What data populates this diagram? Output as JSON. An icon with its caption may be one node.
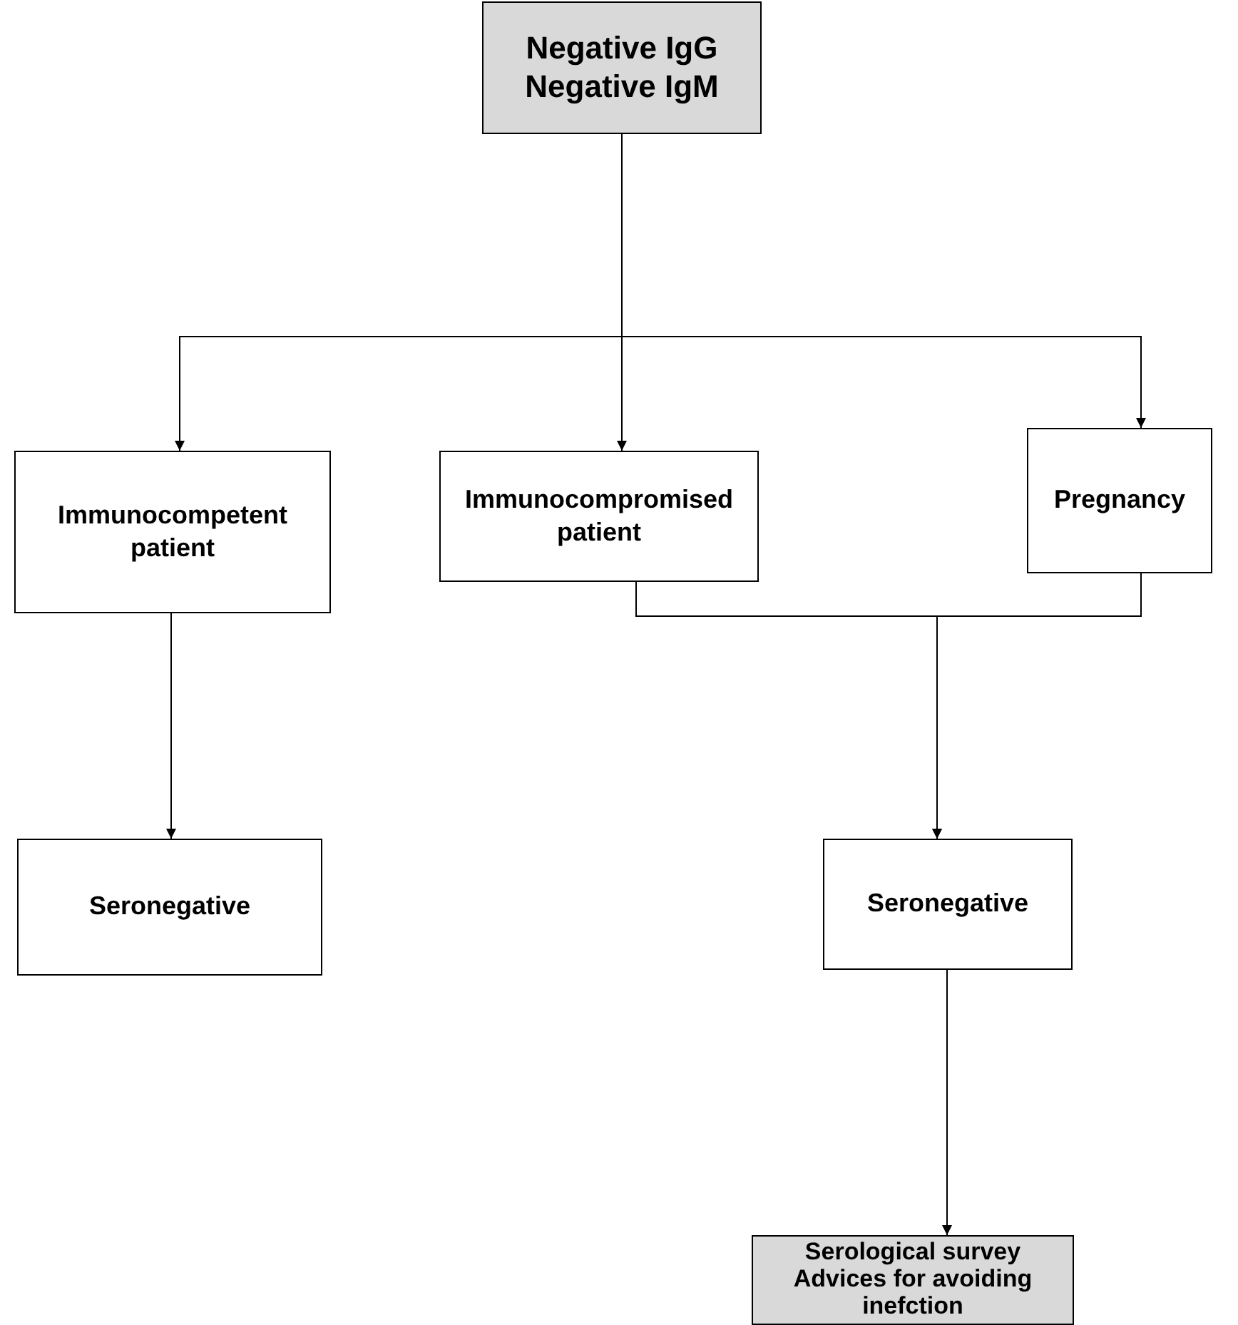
{
  "diagram": {
    "nodes": [
      {
        "text": [
          "Negative IgG Negative IgM"
        ]
      },
      {
        "text": [
          "Immunocompetent patient"
        ]
      },
      {
        "text": [
          "Immunocompromised patient"
        ]
      },
      {
        "text": [
          "Pregnancy"
        ]
      },
      {
        "text": [
          "Seronegative"
        ]
      },
      {
        "text": [
          "Seronegative"
        ]
      },
      {
        "text": [
          "Serological survey",
          "Advices for avoiding inefction"
        ]
      }
    ],
    "edges": [
      {
        "from": 0,
        "to": 1,
        "arrow": "to"
      },
      {
        "from": 0,
        "to": 2,
        "arrow": "to"
      },
      {
        "from": 0,
        "to": 3,
        "arrow": "to"
      },
      {
        "from": 1,
        "to": 4,
        "arrow": "to"
      },
      {
        "from": 2,
        "to": 5,
        "arrow": "to"
      },
      {
        "from": 3,
        "to": 5,
        "arrow": "to"
      },
      {
        "from": 5,
        "to": 6,
        "arrow": "to"
      }
    ]
  }
}
